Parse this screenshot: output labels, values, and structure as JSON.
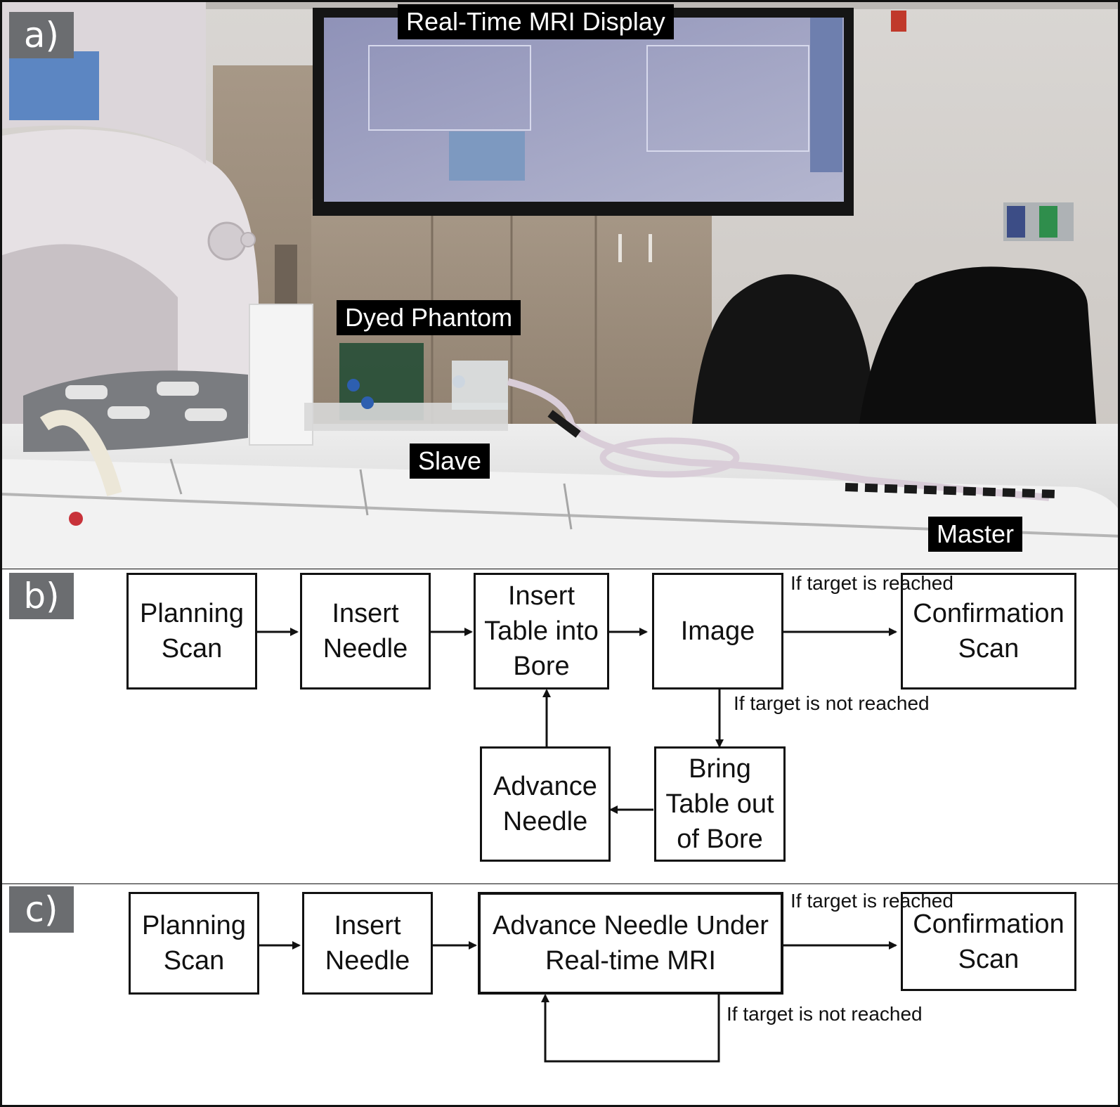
{
  "panel_a": {
    "tag": "a)",
    "labels": {
      "display": "Real-Time MRI Display",
      "phantom": "Dyed Phantom",
      "slave": "Slave",
      "master": "Master"
    }
  },
  "panel_b": {
    "tag": "b)",
    "boxes": {
      "planning": [
        "Planning",
        "Scan"
      ],
      "insert": [
        "Insert",
        "Needle"
      ],
      "table_into": [
        "Insert",
        "Table into",
        "Bore"
      ],
      "image": [
        "Image"
      ],
      "confirm": [
        "Confirmation",
        "Scan"
      ],
      "advance": [
        "Advance",
        "Needle"
      ],
      "table_out": [
        "Bring",
        "Table out",
        "of Bore"
      ]
    },
    "notes": {
      "reached": [
        "If target is",
        "reached"
      ],
      "not_reached": [
        "If target is",
        "not reached"
      ]
    }
  },
  "panel_c": {
    "tag": "c)",
    "boxes": {
      "planning": [
        "Planning",
        "Scan"
      ],
      "insert": [
        "Insert",
        "Needle"
      ],
      "advance_rt": [
        "Advance Needle Under",
        "Real-time MRI"
      ],
      "confirm": [
        "Confirmation",
        "Scan"
      ]
    },
    "notes": {
      "reached": [
        "If target is",
        "reached"
      ],
      "not_reached": [
        "If target is",
        "not reached"
      ]
    }
  }
}
